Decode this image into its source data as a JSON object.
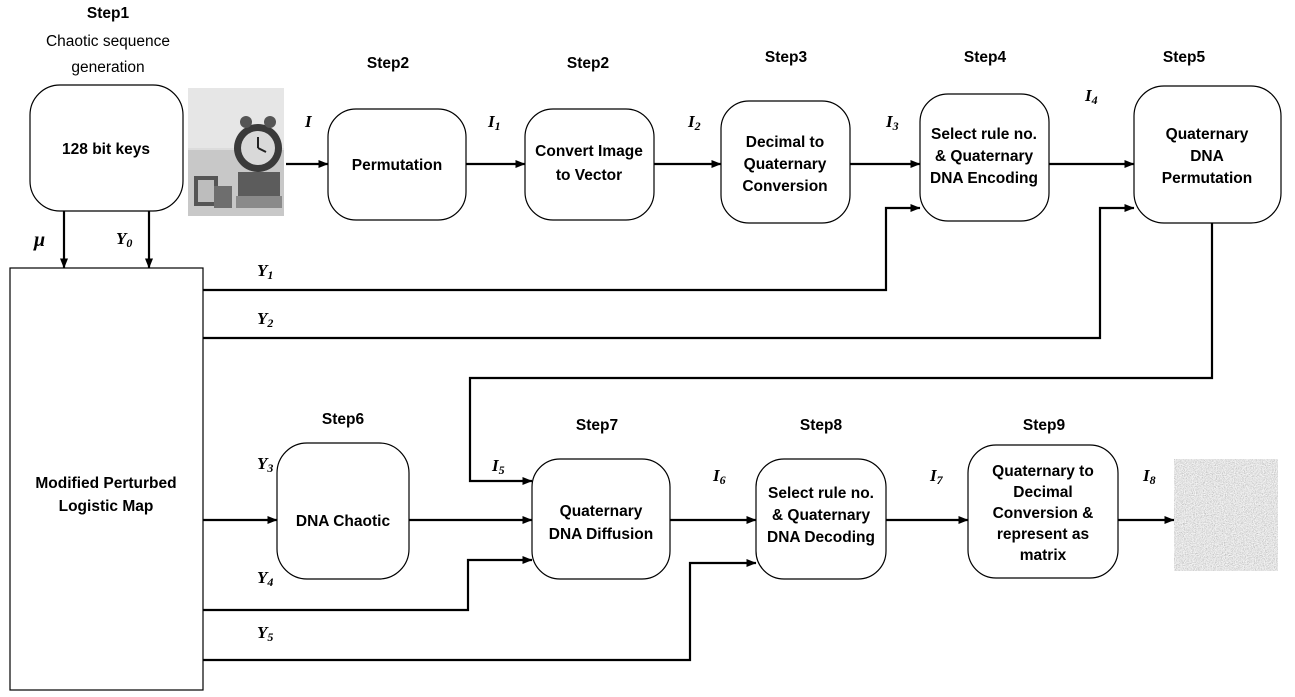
{
  "steps": {
    "s1_title": "Step1",
    "s1_sub1": "Chaotic sequence",
    "s1_sub2": "generation",
    "s2a": "Step2",
    "s2b": "Step2",
    "s3": "Step3",
    "s4": "Step4",
    "s5": "Step5",
    "s6": "Step6",
    "s7": "Step7",
    "s8": "Step8",
    "s9": "Step9"
  },
  "boxes": {
    "keys": [
      "128 bit keys"
    ],
    "permutation": [
      "Permutation"
    ],
    "convert": [
      "Convert Image",
      "to Vector"
    ],
    "dec2quat": [
      "Decimal to",
      "Quaternary",
      "Conversion"
    ],
    "dna_encode": [
      "Select rule no.",
      "& Quaternary",
      "DNA Encoding"
    ],
    "dna_perm": [
      "Quaternary",
      "DNA",
      "Permutation"
    ],
    "map": [
      "Modified Perturbed",
      "Logistic Map"
    ],
    "dna_chaotic": [
      "DNA Chaotic"
    ],
    "dna_diffusion": [
      "Quaternary",
      "DNA Diffusion"
    ],
    "dna_decode": [
      "Select rule no.",
      "& Quaternary",
      "DNA Decoding"
    ],
    "quat2dec": [
      "Quaternary to",
      "Decimal",
      "Conversion &",
      "represent as",
      "matrix"
    ]
  },
  "signals": {
    "I": {
      "base": "I",
      "sub": ""
    },
    "I1": {
      "base": "I",
      "sub": "1"
    },
    "I2": {
      "base": "I",
      "sub": "2"
    },
    "I3": {
      "base": "I",
      "sub": "3"
    },
    "I4": {
      "base": "I",
      "sub": "4"
    },
    "I5": {
      "base": "I",
      "sub": "5"
    },
    "I6": {
      "base": "I",
      "sub": "6"
    },
    "I7": {
      "base": "I",
      "sub": "7"
    },
    "I8": {
      "base": "I",
      "sub": "8"
    },
    "mu": {
      "base": "μ",
      "sub": ""
    },
    "Y0": {
      "base": "Y",
      "sub": "0"
    },
    "Y1": {
      "base": "Y",
      "sub": "1"
    },
    "Y2": {
      "base": "Y",
      "sub": "2"
    },
    "Y3": {
      "base": "Y",
      "sub": "3"
    },
    "Y4": {
      "base": "Y",
      "sub": "4"
    },
    "Y5": {
      "base": "Y",
      "sub": "5"
    }
  },
  "colors": {
    "line": "#000000",
    "box_fill": "#ffffff"
  }
}
